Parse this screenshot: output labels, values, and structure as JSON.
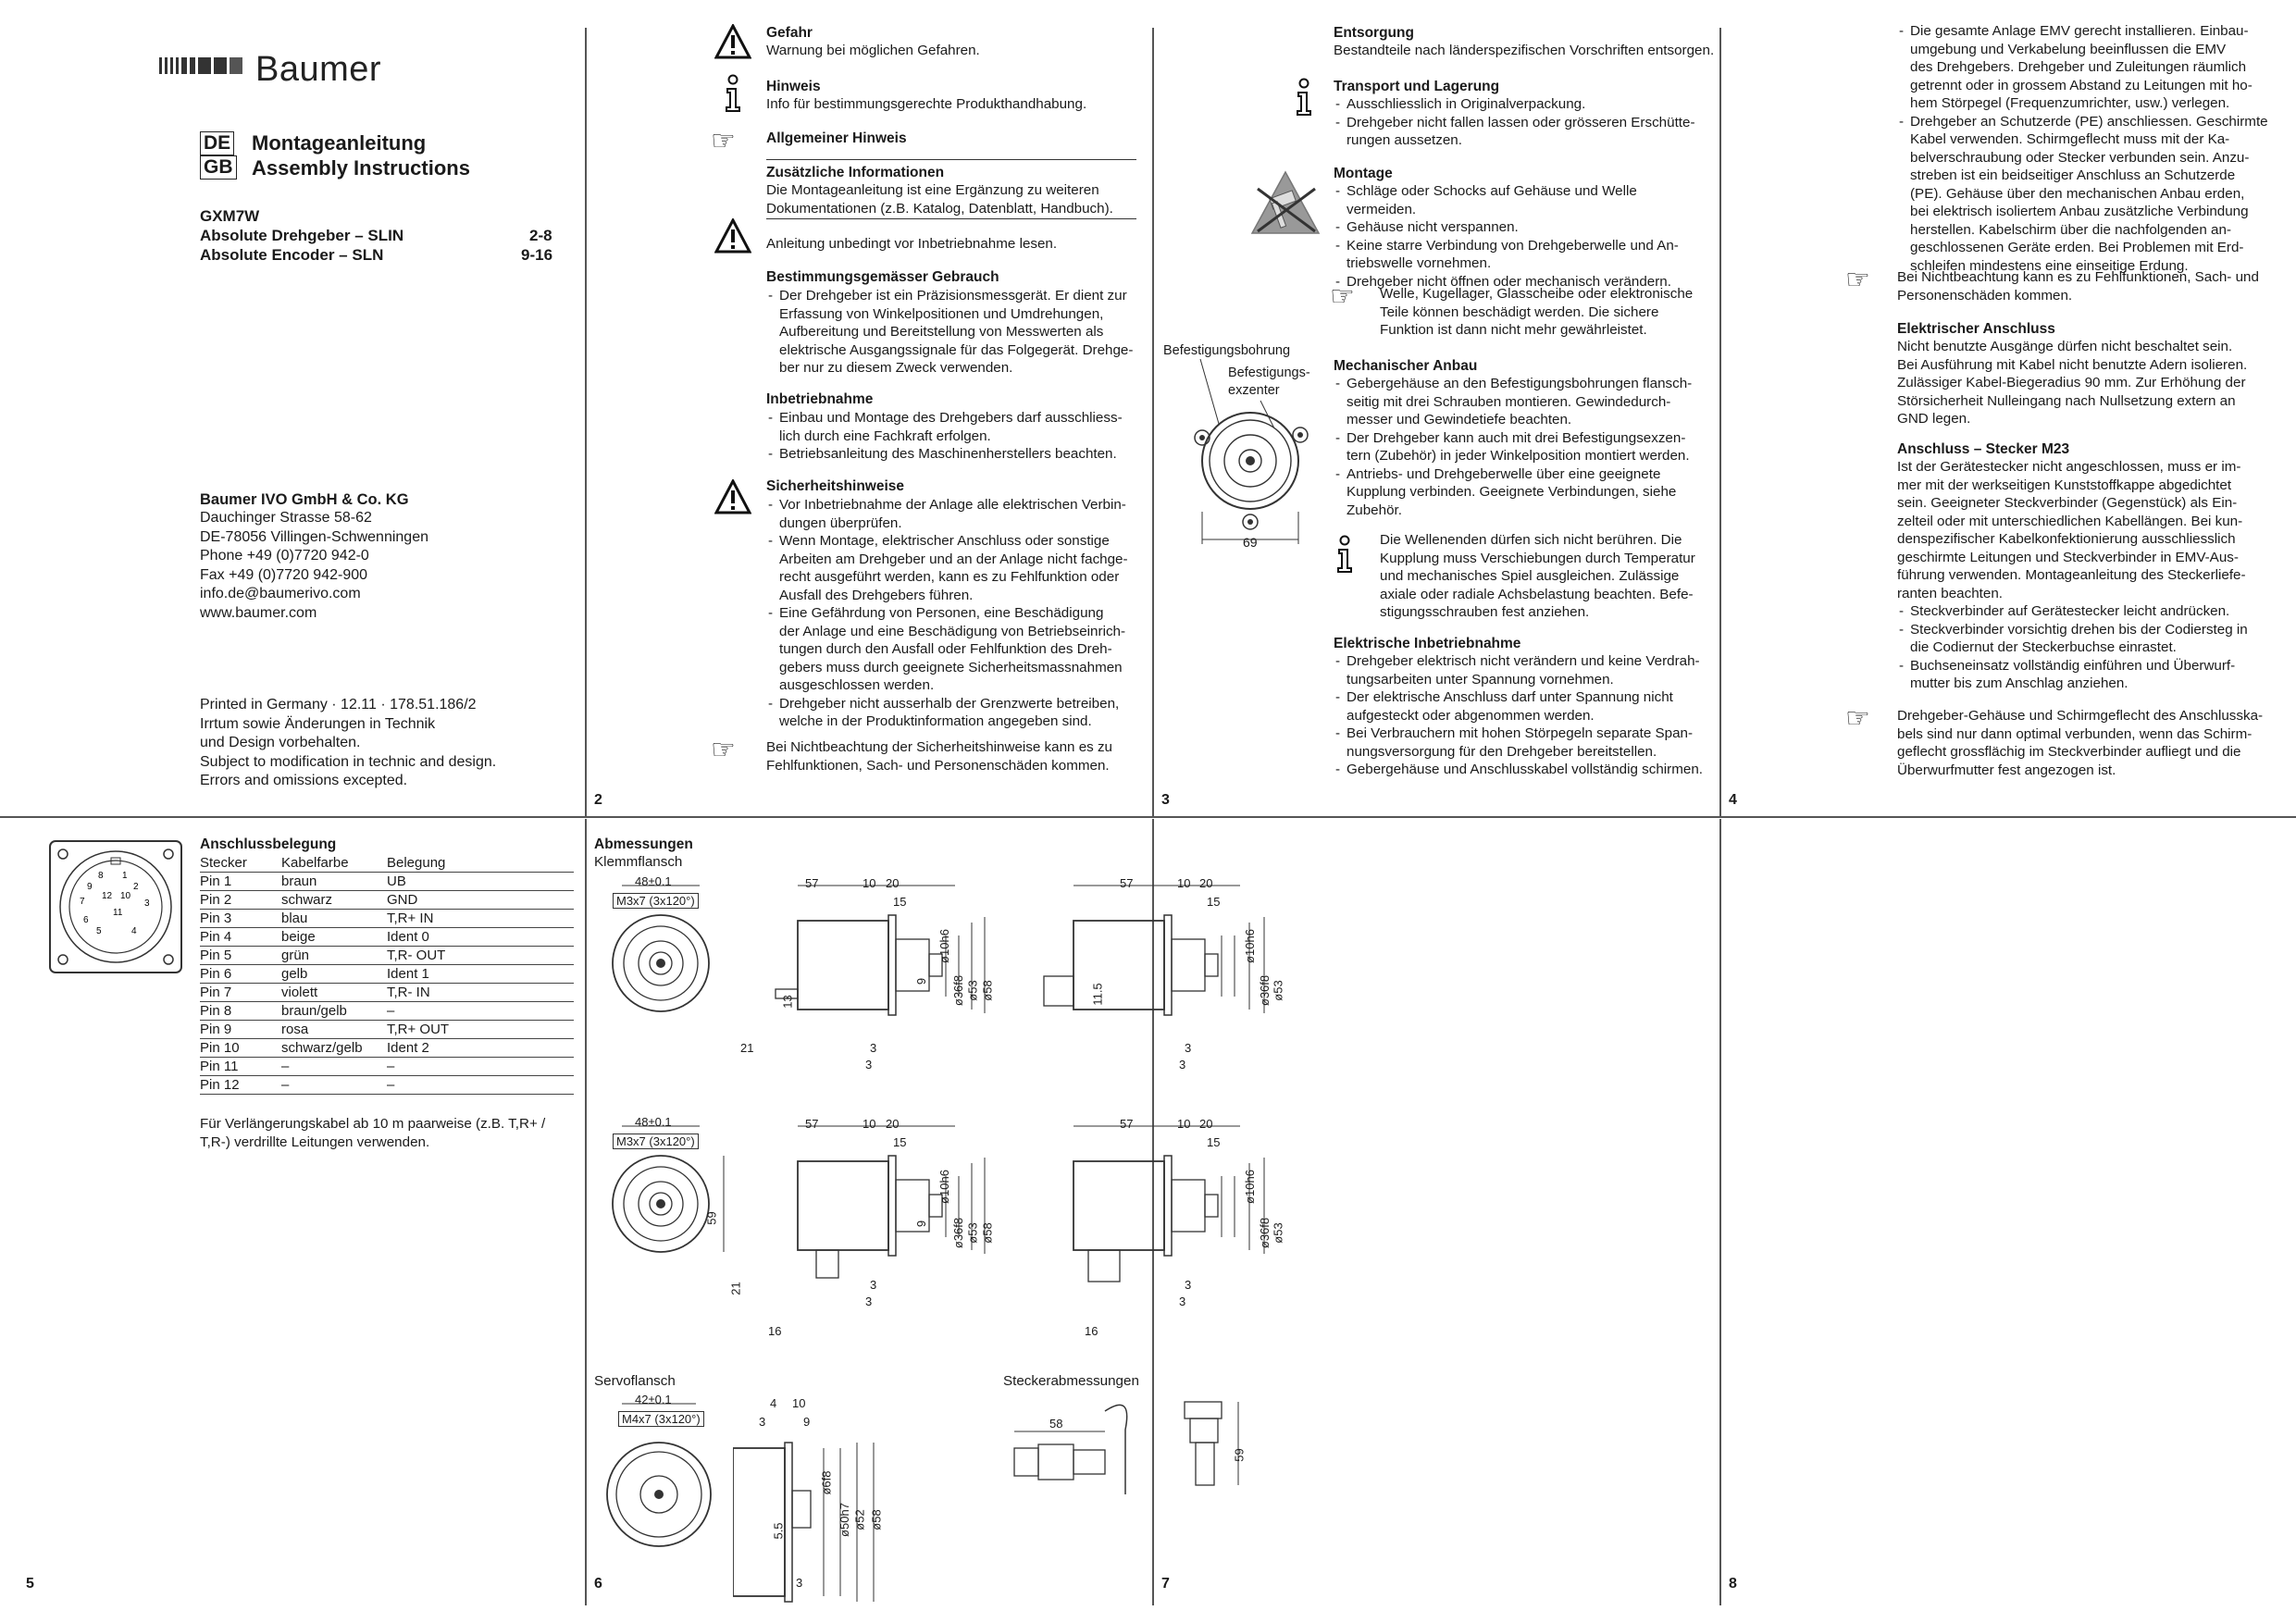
{
  "p1": {
    "brand": "Baumer",
    "lang1": "DE",
    "lang2": "GB",
    "title_de": "Montageanleitung",
    "title_gb": "Assembly Instructions",
    "product": "GXM7W",
    "line1_label": "Absolute Drehgeber – SLIN",
    "line1_pages": "2-8",
    "line2_label": "Absolute Encoder – SLN",
    "line2_pages": "9-16",
    "company": "Baumer IVO GmbH & Co. KG",
    "addr": [
      "Dauchinger Strasse 58-62",
      "DE-78056 Villingen-Schwenningen",
      "Phone +49 (0)7720 942-0",
      "Fax +49 (0)7720 942-900",
      "info.de@baumerivo.com",
      "www.baumer.com"
    ],
    "printed": [
      "Printed in Germany · 12.11 · 178.51.186/2",
      "Irrtum sowie Änderungen in Technik",
      "und Design vorbehalten.",
      "Subject to modification in technic and design.",
      "Errors and omissions excepted."
    ]
  },
  "p2": {
    "gefahr_h": "Gefahr",
    "gefahr_t": "Warnung bei möglichen Gefahren.",
    "hinweis_h": "Hinweis",
    "hinweis_t": "Info für bestimmungsgerechte Produkthandhabung.",
    "allg_h": "Allgemeiner Hinweis",
    "zus_h": "Zusätzliche Informationen",
    "zus_t": [
      "Die Montageanleitung ist eine Ergänzung zu weiteren",
      "Dokumentationen (z.B. Katalog, Datenblatt, Handbuch)."
    ],
    "lesen": "Anleitung unbedingt vor Inbetriebnahme lesen.",
    "best_h": "Bestimmungsgemässer Gebrauch",
    "best_items": [
      [
        "Der Drehgeber ist ein Präzisionsmessgerät. Er dient zur",
        "Erfassung von Winkelpositionen und Umdrehungen,",
        "Aufbereitung und Bereitstellung von Messwerten als",
        "elektrische Ausgangssignale für das Folgegerät. Drehge-",
        "ber nur zu diesem Zweck verwenden."
      ]
    ],
    "inb_h": "Inbetriebnahme",
    "inb_items": [
      [
        "Einbau und Montage des Drehgebers darf ausschliess-",
        "lich durch eine Fachkraft erfolgen."
      ],
      [
        "Betriebsanleitung des Maschinenherstellers beachten."
      ]
    ],
    "sich_h": "Sicherheitshinweise",
    "sich_items": [
      [
        "Vor Inbetriebnahme der Anlage alle elektrischen Verbin-",
        "dungen überprüfen."
      ],
      [
        "Wenn Montage, elektrischer Anschluss oder sonstige",
        "Arbeiten am Drehgeber und an der Anlage nicht fachge-",
        "recht ausgeführt werden, kann es zu Fehlfunktion oder",
        "Ausfall des Drehgebers führen."
      ],
      [
        "Eine Gefährdung von Personen, eine Beschädigung",
        "der Anlage und eine Beschädigung von Betriebseinrich-",
        "tungen durch den Ausfall oder Fehlfunktion des Dreh-",
        "gebers muss durch geeignete Sicherheitsmassnahmen",
        "ausgeschlossen werden."
      ],
      [
        "Drehgeber nicht ausserhalb der Grenzwerte betreiben,",
        "welche in der Produktinformation angegeben sind."
      ]
    ],
    "nicht": [
      "Bei Nichtbeachtung der Sicherheitshinweise kann es zu",
      "Fehlfunktionen, Sach- und Personenschäden kommen."
    ],
    "page": "2"
  },
  "p3": {
    "fig_l1": "Befestigungsbohrung",
    "fig_l2": "Befestigungs-",
    "fig_l3": "exzenter",
    "fig_dim": "69",
    "ents_h": "Entsorgung",
    "ents_t": "Bestandteile nach länderspezifischen Vorschriften entsorgen.",
    "trans_h": "Transport und Lagerung",
    "trans_items": [
      [
        "Ausschliesslich in Originalverpackung."
      ],
      [
        "Drehgeber nicht fallen lassen oder grösseren Erschütte-",
        "rungen aussetzen."
      ]
    ],
    "mont_h": "Montage",
    "mont_items": [
      [
        "Schläge oder Schocks auf Gehäuse und Welle vermeiden."
      ],
      [
        "Gehäuse nicht verspannen."
      ],
      [
        "Keine starre Verbindung von Drehgeberwelle und An-",
        "triebswelle vornehmen."
      ],
      [
        "Drehgeber nicht öffnen oder mechanisch verändern."
      ]
    ],
    "welle": [
      "Welle, Kugellager, Glasscheibe oder elektronische",
      "Teile können beschädigt werden. Die sichere",
      "Funktion ist dann nicht mehr gewährleistet."
    ],
    "mech_h": "Mechanischer Anbau",
    "mech_items": [
      [
        "Gebergehäuse an den Befestigungsbohrungen flansch-",
        "seitig mit drei Schrauben montieren. Gewindedurch-",
        "messer und Gewindetiefe beachten."
      ],
      [
        "Der Drehgeber kann auch mit drei Befestigungsexzen-",
        "tern (Zubehör) in jeder Winkelposition montiert werden."
      ],
      [
        "Antriebs- und Drehgeberwelle über eine geeignete",
        "Kupplung verbinden. Geeignete Verbindungen, siehe",
        "Zubehör."
      ]
    ],
    "wellen": [
      "Die Wellenenden dürfen sich nicht berühren. Die",
      "Kupplung muss Verschiebungen durch Temperatur",
      "und mechanisches Spiel ausgleichen. Zulässige",
      "axiale oder radiale Achsbelastung beachten. Befe-",
      "stigungsschrauben fest anziehen."
    ],
    "elek_h": "Elektrische Inbetriebnahme",
    "elek_items": [
      [
        "Drehgeber elektrisch nicht verändern und keine Verdrah-",
        "tungsarbeiten unter Spannung vornehmen."
      ],
      [
        "Der elektrische Anschluss darf unter Spannung nicht",
        "aufgesteckt oder abgenommen werden."
      ],
      [
        "Bei Verbrauchern mit hohen Störpegeln separate Span-",
        "nungsversorgung für den Drehgeber bereitstellen."
      ],
      [
        "Gebergehäuse und Anschlusskabel vollständig schirmen."
      ]
    ],
    "page": "3"
  },
  "p4": {
    "emv_items": [
      [
        "Die gesamte Anlage EMV gerecht installieren. Einbau-",
        "umgebung und Verkabelung beeinflussen die EMV",
        "des Drehgebers. Drehgeber und Zuleitungen räumlich",
        "getrennt oder in grossem Abstand zu Leitungen mit ho-",
        "hem Störpegel (Frequenzumrichter, usw.) verlegen."
      ],
      [
        "Drehgeber an Schutzerde (PE) anschliessen. Geschirmte",
        "Kabel verwenden. Schirmgeflecht muss mit der Ka-",
        "belverschraubung oder Stecker verbunden sein. Anzu-",
        "streben ist ein beidseitiger Anschluss an Schutzerde",
        "(PE). Gehäuse über den mechanischen Anbau erden,",
        "bei elektrisch isoliertem Anbau zusätzliche Verbindung",
        "herstellen. Kabelschirm über die nachfolgenden an-",
        "geschlossenen Geräte erden. Bei Problemen mit Erd-",
        "schleifen mindestens eine einseitige Erdung."
      ]
    ],
    "nicht": [
      "Bei Nichtbeachtung kann es zu Fehlfunktionen, Sach- und",
      "Personenschäden kommen."
    ],
    "elan_h": "Elektrischer Anschluss",
    "elan_t": [
      "Nicht benutzte Ausgänge dürfen nicht beschaltet sein.",
      "Bei Ausführung mit Kabel nicht benutzte Adern isolieren.",
      "Zulässiger Kabel-Biegeradius 90 mm. Zur Erhöhung der",
      "Störsicherheit Nulleingang nach Nullsetzung extern an",
      "GND legen."
    ],
    "stk_h": "Anschluss – Stecker M23",
    "stk_t": [
      "Ist der Gerätestecker nicht angeschlossen, muss er im-",
      "mer mit der werkseitigen Kunststoffkappe abgedichtet",
      "sein. Geeigneter Steckverbinder (Gegenstück) als Ein-",
      "zelteil oder mit unterschiedlichen Kabellängen. Bei kun-",
      "denspezifischer Kabelkonfektionierung ausschliesslich",
      "geschirmte Leitungen und Steckverbinder in EMV-Aus-",
      "führung verwenden. Montageanleitung des Steckerliefe-",
      "ranten beachten."
    ],
    "stk_items": [
      [
        "Steckverbinder auf Gerätestecker leicht andrücken."
      ],
      [
        "Steckverbinder vorsichtig drehen bis der Codiersteg in",
        "die Codiernut der Steckerbuchse einrastet."
      ],
      [
        "Buchseneinsatz vollständig einführen und Überwurf-",
        "mutter bis zum Anschlag anziehen."
      ]
    ],
    "schirm": [
      "Drehgeber-Gehäuse und Schirmgeflecht des Anschlusska-",
      "bels sind nur dann optimal verbunden, wenn das Schirm-",
      "geflecht grossflächig im Steckverbinder aufliegt und die",
      "Überwurfmutter fest angezogen ist."
    ],
    "page": "4"
  },
  "p5": {
    "heading": "Anschlussbelegung",
    "cols": [
      "Stecker",
      "Kabelfarbe",
      "Belegung"
    ],
    "rows": [
      [
        "Pin 1",
        "braun",
        "UB"
      ],
      [
        "Pin 2",
        "schwarz",
        "GND"
      ],
      [
        "Pin 3",
        "blau",
        "T,R+ IN"
      ],
      [
        "Pin 4",
        "beige",
        "Ident 0"
      ],
      [
        "Pin 5",
        "grün",
        "T,R- OUT"
      ],
      [
        "Pin 6",
        "gelb",
        "Ident 1"
      ],
      [
        "Pin 7",
        "violett",
        "T,R- IN"
      ],
      [
        "Pin 8",
        "braun/gelb",
        "–"
      ],
      [
        "Pin 9",
        "rosa",
        "T,R+ OUT"
      ],
      [
        "Pin 10",
        "schwarz/gelb",
        "Ident 2"
      ],
      [
        "Pin 11",
        "–",
        "–"
      ],
      [
        "Pin 12",
        "–",
        "–"
      ]
    ],
    "note": [
      "Für Verlängerungskabel ab 10 m paarweise (z.B. T,R+ /",
      "T,R-) verdrillte Leitungen verwenden."
    ],
    "page": "5"
  },
  "p6": {
    "heading": "Abmessungen",
    "klemm": "Klemmflansch",
    "servo": "Servoflansch",
    "stecker": "Steckerabmessungen",
    "d48": "48±0.1",
    "m3": "M3x7 (3x120°)",
    "d42": "42±0.1",
    "m4": "M4x7 (3x120°)",
    "d57": "57",
    "d10": "10",
    "d20": "20",
    "d15": "15",
    "d13": "13",
    "d21": "21",
    "d3": "3",
    "d9": "9",
    "d115": "11.5",
    "d59": "59",
    "d16": "16",
    "d4": "4",
    "d58": "58",
    "d55": "5.5",
    "phi": [
      "ø10h6",
      "ø36f8",
      "ø53",
      "ø58"
    ],
    "phi2": [
      "ø6f8",
      "ø50h7",
      "ø52",
      "ø58"
    ],
    "page6": "6",
    "page7": "7",
    "page8": "8"
  }
}
